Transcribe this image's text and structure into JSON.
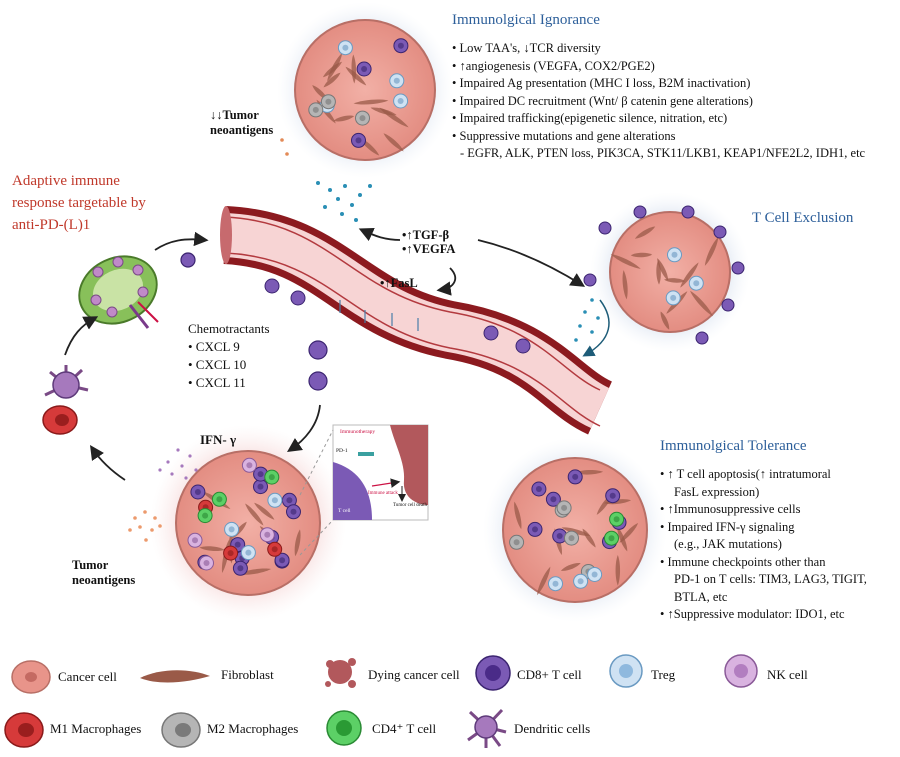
{
  "ignorance": {
    "title": "Immunolgical Ignorance",
    "items": [
      "Low TAA's, ↓TCR diversity",
      "↑angiogenesis (VEGFA, COX2/PGE2)",
      "Impaired Ag presentation (MHC I loss, B2M inactivation)",
      "Impaired DC recruitment (Wnt/ β catenin gene alterations)",
      "Impaired trafficking(epigenetic silence, nitration, etc)",
      "Suppressive mutations and gene alterations"
    ],
    "sub_item": "-  EGFR, ALK, PTEN loss, PIK3CA, STK11/LKB1, KEAP1/NFE2L2, IDH1, etc"
  },
  "low_neoantigens": [
    "↓↓Tumor",
    "neoantigens"
  ],
  "exclusion": {
    "title": "T Cell Exclusion"
  },
  "adaptive": {
    "title_lines": [
      "Adaptive immune",
      "response targetable by",
      "anti-PD-(L)1"
    ]
  },
  "vessel_factors": [
    "•↑TGF-β",
    "•↑VEGFA"
  ],
  "fasl": "•↑FasL",
  "chemo": {
    "title": "Chemotractants",
    "items": [
      "• CXCL 9",
      "• CXCL 10",
      "• CXCL 11"
    ]
  },
  "ifn": "IFN- γ",
  "inset": {
    "immunotherapy": "Immunotherapy",
    "pd1": "PD-1",
    "immune_attack": "Immune attack",
    "tumor_death": "Tumor cell death",
    "tcell": "T cell"
  },
  "tumor_neoantigens": [
    "Tumor",
    "neoantigens"
  ],
  "tolerance": {
    "title": "Immunolgical Tolerance",
    "items": [
      "•  ↑ T cell apoptosis(↑ intratumoral",
      "    FasL expression)",
      "•  ↑Immunosuppressive cells",
      "•  Impaired IFN-γ signaling",
      "    (e.g., JAK  mutations)",
      "•  Immune checkpoints other than",
      "    PD-1 on T cells: TIM3, LAG3, TIGIT,",
      "    BTLA, etc",
      "•  ↑Suppressive modulator: IDO1, etc"
    ]
  },
  "legend": {
    "cancer_cell": "Cancer cell",
    "fibroblast": "Fibroblast",
    "dying_cancer_cell": "Dying cancer cell",
    "cd8": "CD8+ T cell",
    "treg": "Treg",
    "nk": "NK cell",
    "m1": "M1 Macrophages",
    "m2": "M2 Macrophages",
    "cd4": "CD4⁺ T cell",
    "dc": "Dendritic cells"
  },
  "colors": {
    "vessel_dark": "#8c1a1f",
    "vessel_light": "#f7d4d4",
    "cd8": "#7b5ab5",
    "cancer": "#e8948a",
    "cd4": "#3cc04a",
    "m1": "#d63a3a",
    "m2": "#9a9a9a",
    "treg": "#a9cde8",
    "nk": "#c08ac8",
    "blue_text": "#2d5f9a",
    "red_text": "#c0392b"
  }
}
